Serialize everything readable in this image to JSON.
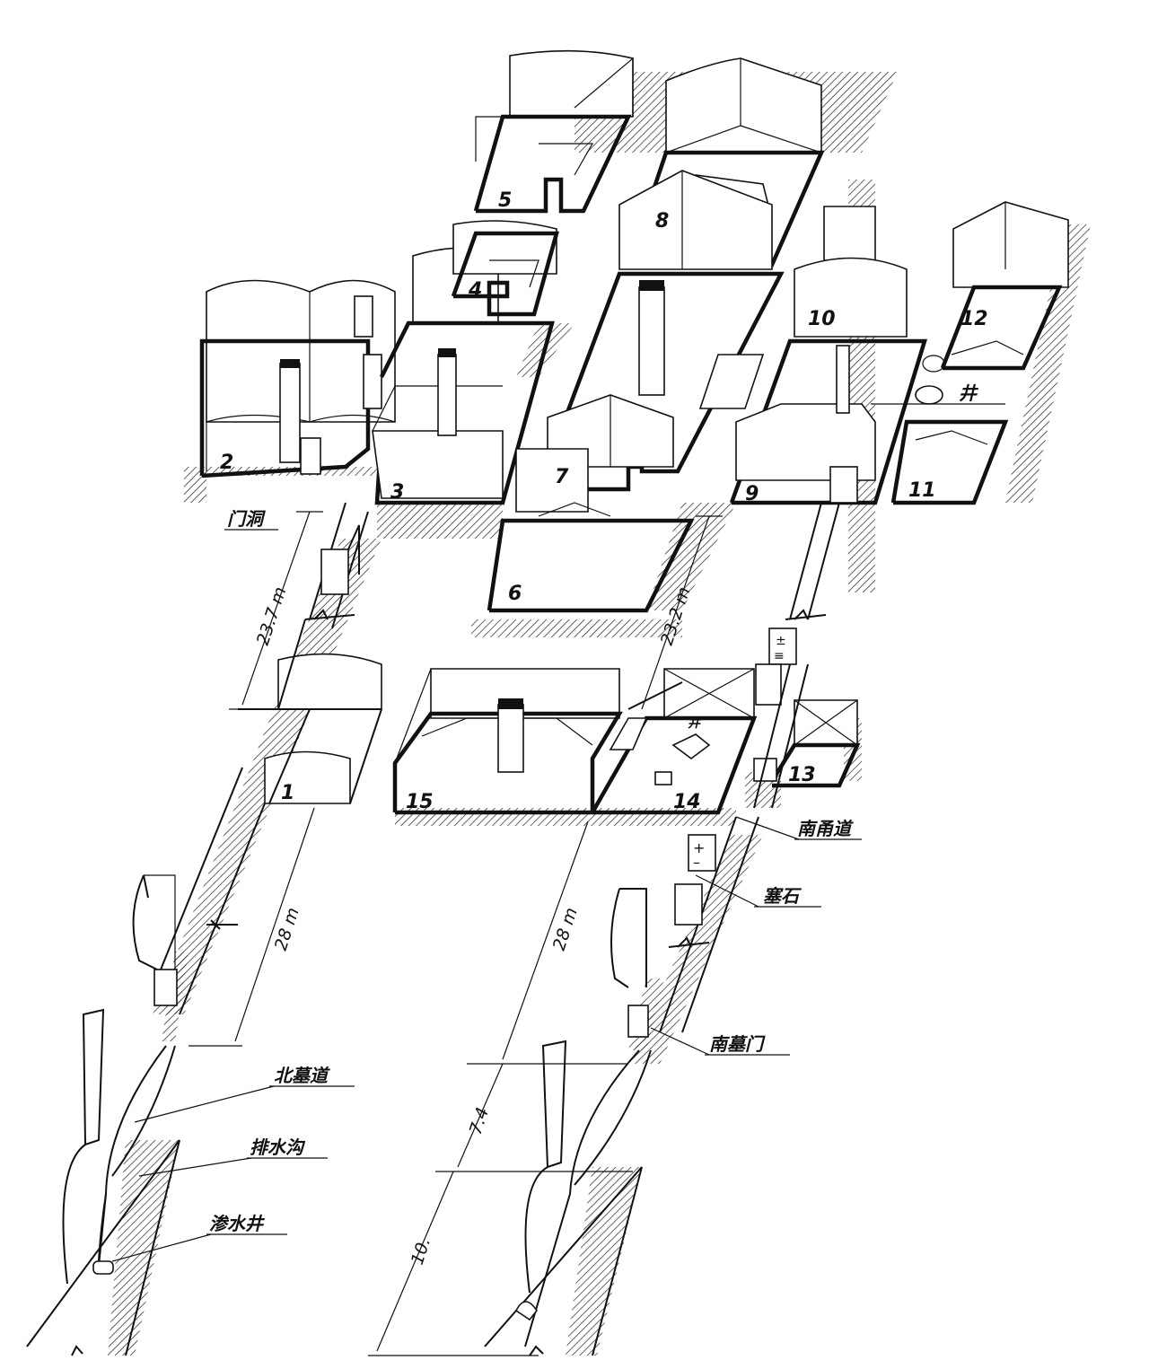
{
  "rooms": [
    {
      "id": "1",
      "label": "1"
    },
    {
      "id": "2",
      "label": "2"
    },
    {
      "id": "3",
      "label": "3"
    },
    {
      "id": "4",
      "label": "4"
    },
    {
      "id": "5",
      "label": "5"
    },
    {
      "id": "6",
      "label": "6"
    },
    {
      "id": "7",
      "label": "7"
    },
    {
      "id": "8",
      "label": "8"
    },
    {
      "id": "9",
      "label": "9"
    },
    {
      "id": "10",
      "label": "10"
    },
    {
      "id": "11",
      "label": "11"
    },
    {
      "id": "12",
      "label": "12"
    },
    {
      "id": "13",
      "label": "13"
    },
    {
      "id": "14",
      "label": "14"
    },
    {
      "id": "15",
      "label": "15"
    }
  ],
  "labels": {
    "men_dong": "门洞",
    "jing_upper": "井",
    "jing_lower": "井",
    "nan_yong_dao": "南甬道",
    "sai_shi": "塞石",
    "nan_mu_men": "南墓门",
    "bei_mu_dao": "北墓道",
    "pai_shui_gou": "排水沟",
    "shen_shui_jing": "渗水井"
  },
  "dimensions": {
    "north_upper": "23.7 m",
    "south_upper": "23.2 m",
    "north_lower": "28 m",
    "south_lower": "28 m",
    "south_ramp_a": "7.4",
    "south_ramp_b": "10."
  }
}
